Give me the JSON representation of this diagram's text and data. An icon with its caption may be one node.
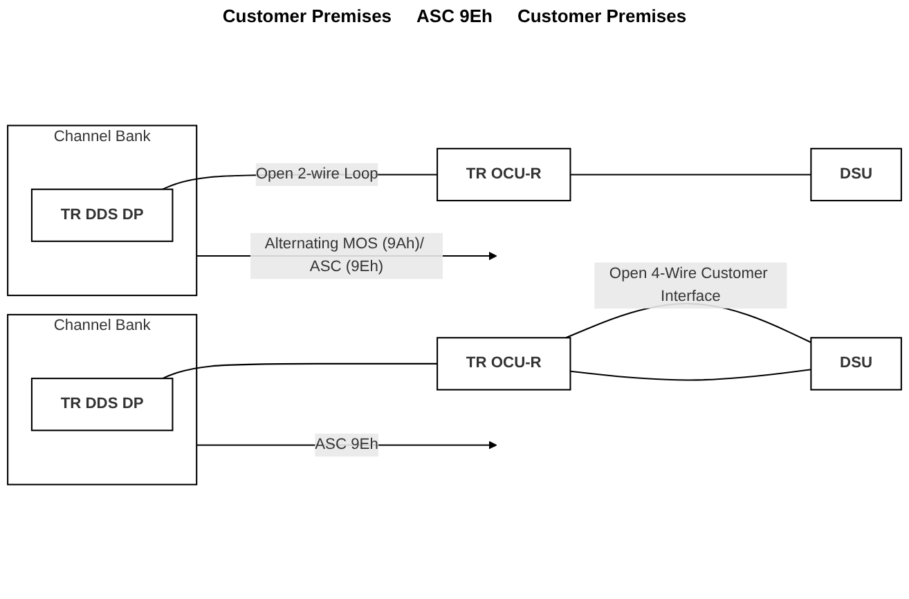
{
  "diagram": {
    "nodes": [
      {
        "text": [
          "Channel Bank"
        ]
      },
      {
        "text": [
          "TR DDS DP"
        ],
        "in": 0
      },
      {
        "text": [
          "TR OCU-R"
        ]
      },
      {
        "text": [
          "DSU"
        ]
      },
      {
        "text": [
          "Channel Bank"
        ]
      },
      {
        "text": [
          "TR DDS DP"
        ],
        "in": 4
      },
      {
        "text": [
          "TR OCU-R"
        ]
      },
      {
        "text": [
          "DSU"
        ]
      }
    ],
    "edges": [
      {
        "from": 0,
        "to": null,
        "arrow": "to",
        "label": "Alternating MOS (9Ah)/ ASC (9Eh)"
      },
      {
        "from": 1,
        "to": 2,
        "arrow": "none",
        "label": "Open 2-wire Loop"
      },
      {
        "from": 2,
        "to": 3,
        "arrow": "none"
      },
      {
        "from": 4,
        "to": null,
        "arrow": "to",
        "label": "ASC 9Eh"
      },
      {
        "from": 5,
        "to": 6,
        "arrow": "none"
      },
      {
        "from": 6,
        "to": 7,
        "arrow": "none",
        "label": "Open 4-Wire Customer Interface"
      },
      {
        "from": 6,
        "to": 7,
        "arrow": "none"
      }
    ],
    "labels": [
      "Customer Premises",
      "ASC 9Eh",
      "Customer Premises"
    ]
  }
}
